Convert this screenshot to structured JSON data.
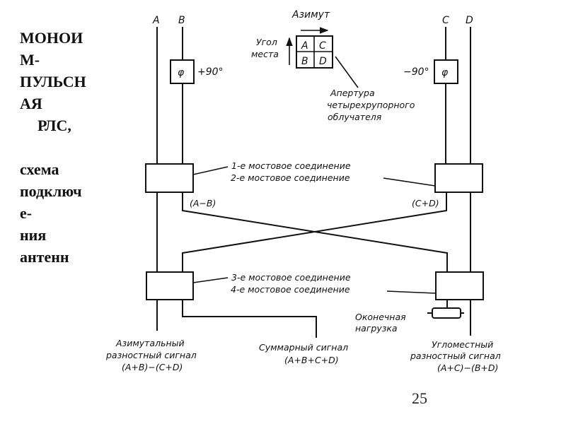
{
  "slide": {
    "title_lines": [
      "МОНОИ",
      "М-",
      "ПУЛЬСН",
      "АЯ",
      "РЛС,",
      "",
      "схема",
      "подключ",
      "е-",
      "ния",
      "антенн"
    ],
    "page_number": "25"
  },
  "diagram": {
    "feed_labels": {
      "a": "A",
      "b": "B",
      "c": "C",
      "d": "D"
    },
    "phase_shifters": {
      "left": {
        "symbol": "φ",
        "shift": "+90°"
      },
      "right": {
        "symbol": "φ",
        "shift": "−90°"
      }
    },
    "aperture": {
      "azimuth_label": "Азимут",
      "elevation_label_line1": "Угол",
      "elevation_label_line2": "места",
      "cells": [
        "A",
        "C",
        "B",
        "D"
      ],
      "caption_lines": [
        "Апертура",
        "четырехрупорного",
        "облучателя"
      ]
    },
    "bridges": {
      "top_label_1": "1-е мостовое соединение",
      "top_label_2": "2-е мостовое соединение",
      "bottom_label_3": "3-е мостовое соединение",
      "bottom_label_4": "4-е мостовое соединение"
    },
    "intermediate_signals": {
      "left": "(A−B)",
      "right": "(C+D)"
    },
    "load": {
      "line1": "Оконечная",
      "line2": "нагрузка"
    },
    "outputs": {
      "azimuth": {
        "line1": "Азимутальный",
        "line2": "разностный сигнал",
        "formula": "(A+B)−(C+D)"
      },
      "sum": {
        "line1": "Суммарный сигнал",
        "formula": "(A+B+C+D)"
      },
      "elevation": {
        "line1": "Угломестный",
        "line2": "разностный сигнал",
        "formula": "(A+C)−(B+D)"
      }
    }
  }
}
